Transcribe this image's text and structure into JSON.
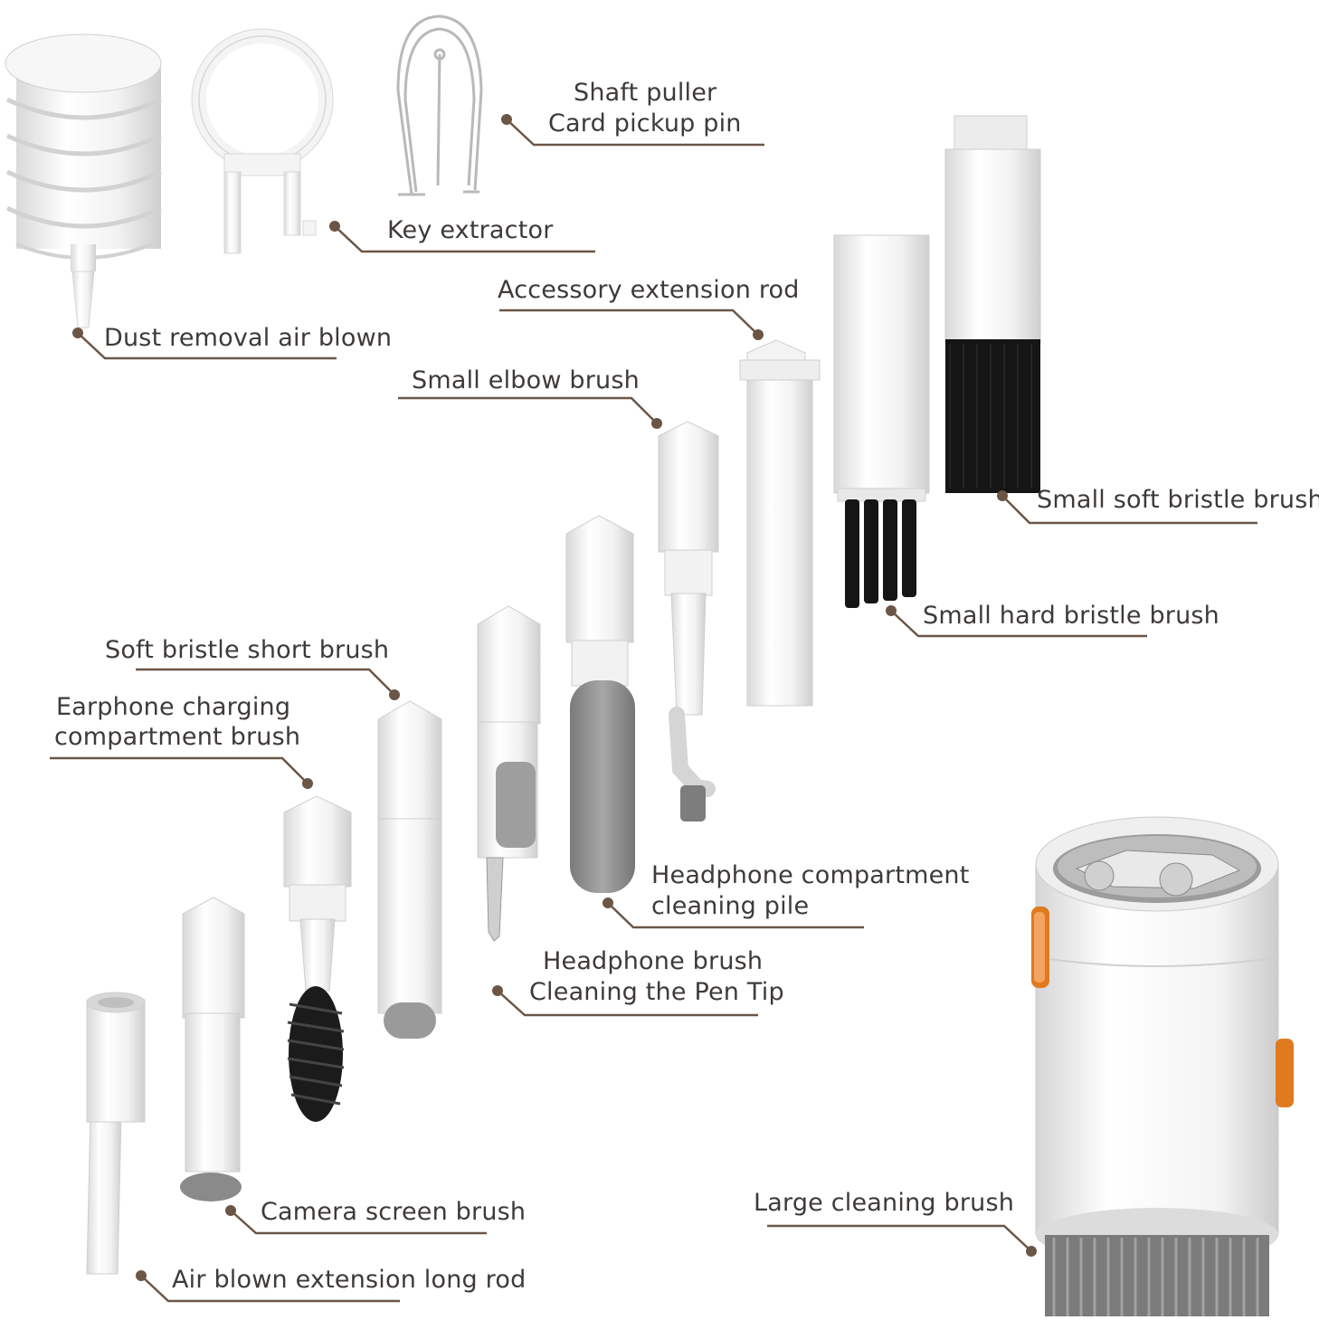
{
  "colors": {
    "leader_line": "#6b5646",
    "leader_dot": "#6b5646",
    "label_text": "#3e3a38",
    "part_white": "#f6f6f6",
    "part_outline": "#c9c9c9",
    "bristle_black": "#1b1b1b",
    "foam_grey": "#8e8e8e",
    "accent_orange": "#e07a1f"
  },
  "labels": {
    "shaft_puller": "Shaft puller",
    "card_pickup_pin": "Card pickup pin",
    "key_extractor": "Key extractor",
    "accessory_extension_rod": "Accessory extension rod",
    "dust_removal_air_blown": "Dust removal air blown",
    "small_elbow_brush": "Small elbow brush",
    "small_soft_bristle_brush": "Small soft bristle brush",
    "small_hard_bristle_brush": "Small hard bristle brush",
    "soft_bristle_short_brush": "Soft bristle short brush",
    "earphone_charging_line1": "Earphone charging",
    "earphone_charging_line2": "compartment brush",
    "headphone_compartment_line1": "Headphone compartment",
    "headphone_compartment_line2": "cleaning pile",
    "headphone_brush": "Headphone brush",
    "cleaning_pen_tip": "Cleaning the Pen Tip",
    "camera_screen_brush": "Camera screen brush",
    "large_cleaning_brush": "Large cleaning brush",
    "air_blown_extension_long_rod": "Air blown extension long rod"
  }
}
